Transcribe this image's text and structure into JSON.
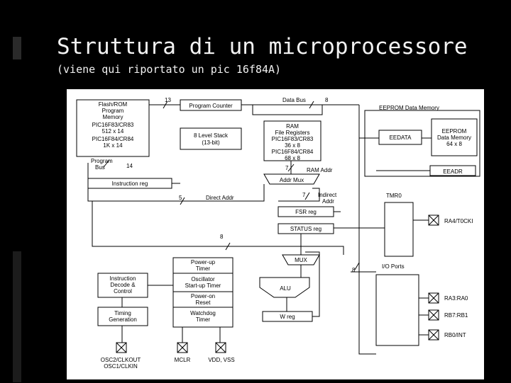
{
  "slide": {
    "title": "Struttura di un microprocessore",
    "subtitle": "(viene qui riportato un pic 16f84A)"
  },
  "diagram": {
    "flash_rom": [
      "Flash/ROM",
      "Program",
      "Memory",
      "PIC16F83/CR83",
      "512 x 14",
      "PIC16F84/CR84",
      "1K x 14"
    ],
    "program_counter": "Program Counter",
    "level_stack": [
      "8 Level Stack",
      "(13-bit)"
    ],
    "data_bus": "Data Bus",
    "eeprom_data_memory": "EEPROM Data Memory",
    "ram": [
      "RAM",
      "File Registers",
      "PIC16F83/CR83",
      "36 x 8",
      "PIC16F84/CR84",
      "68 x 8"
    ],
    "eedata": "EEDATA",
    "eeprom": [
      "EEPROM",
      "Data Memory",
      "64 x 8"
    ],
    "eeadr": "EEADR",
    "program_bus": [
      "Program",
      "Bus"
    ],
    "instruction_reg": "Instruction reg",
    "ram_addr": "RAM Addr",
    "addr_mux": "Addr Mux",
    "direct_addr": "Direct Addr",
    "indirect_addr": [
      "Indirect",
      "Addr"
    ],
    "fsr_reg": "FSR reg",
    "tmr0": "TMR0",
    "status_reg": "STATUS reg",
    "ra4": "RA4/T0CKI",
    "mux": "MUX",
    "io_ports": "I/O Ports",
    "alu": "ALU",
    "w_reg": "W reg",
    "instruction_decode": [
      "Instruction",
      "Decode &",
      "Control"
    ],
    "timing_generation": [
      "Timing",
      "Generation"
    ],
    "power_up_timer": [
      "Power-up",
      "Timer"
    ],
    "oscillator_startup": [
      "Oscillator",
      "Start-up Timer"
    ],
    "power_on_reset": [
      "Power-on",
      "Reset"
    ],
    "watchdog_timer": [
      "Watchdog",
      "Timer"
    ],
    "ra3_ra0": "RA3:RA0",
    "rb7_rb1": "RB7:RB1",
    "rb0_int": "RB0/INT",
    "osc": [
      "OSC2/CLKOUT",
      "OSC1/CLKIN"
    ],
    "mclr": "MCLR",
    "vdd_vss": "VDD, VSS",
    "bus_widths": {
      "pc": "13",
      "data_bus": "8",
      "program_bus": "14",
      "ram_addr": "7",
      "direct_addr": "5",
      "indirect_addr": "7",
      "main_bus": "8",
      "io_bus": "8"
    }
  }
}
